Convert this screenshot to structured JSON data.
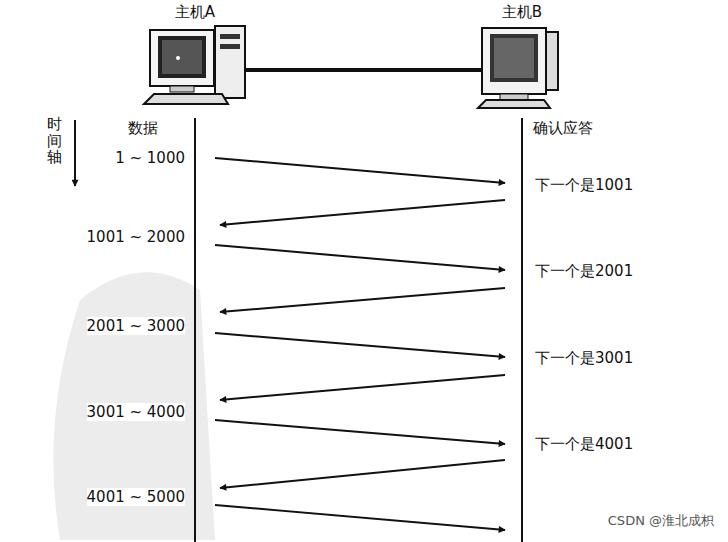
{
  "diagram": {
    "nodes": [
      {
        "text": [
          "主机A"
        ]
      },
      {
        "text": [
          "主机B"
        ]
      }
    ],
    "edges": [
      {
        "from": 0,
        "to": 1,
        "arrow": "none"
      }
    ],
    "labels": [
      "时间轴",
      "数据",
      "确认应答",
      "1 ~ 1000",
      "1001 ~ 2000",
      "2001 ~ 3000",
      "3001 ~ 4000",
      "4001 ~ 5000",
      "下一个是1001",
      "下一个是2001",
      "下一个是3001",
      "下一个是4001",
      "CSDN @淮北成枳"
    ]
  }
}
